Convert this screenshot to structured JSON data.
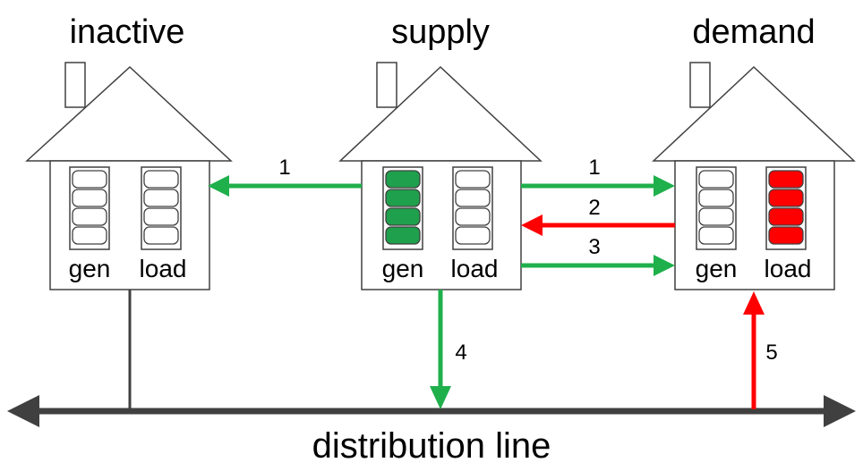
{
  "houses": [
    {
      "title": "inactive",
      "gen_label": "gen",
      "load_label": "load",
      "gen_filled": 0,
      "load_filled": 0
    },
    {
      "title": "supply",
      "gen_label": "gen",
      "load_label": "load",
      "gen_filled": 4,
      "load_filled": 0
    },
    {
      "title": "demand",
      "gen_label": "gen",
      "load_label": "load",
      "gen_filled": 0,
      "load_filled": 4
    }
  ],
  "arrows": [
    {
      "label": "1",
      "color": "#1fb04c"
    },
    {
      "label": "1",
      "color": "#1fb04c"
    },
    {
      "label": "2",
      "color": "#ff0000"
    },
    {
      "label": "3",
      "color": "#1fb04c"
    },
    {
      "label": "4",
      "color": "#1fb04c"
    },
    {
      "label": "5",
      "color": "#ff0000"
    }
  ],
  "distribution_line": {
    "label": "distribution line",
    "color": "#404040"
  },
  "colors": {
    "gen_fill": "#1fa04c",
    "load_fill": "#ff0000",
    "outline": "#404040"
  }
}
